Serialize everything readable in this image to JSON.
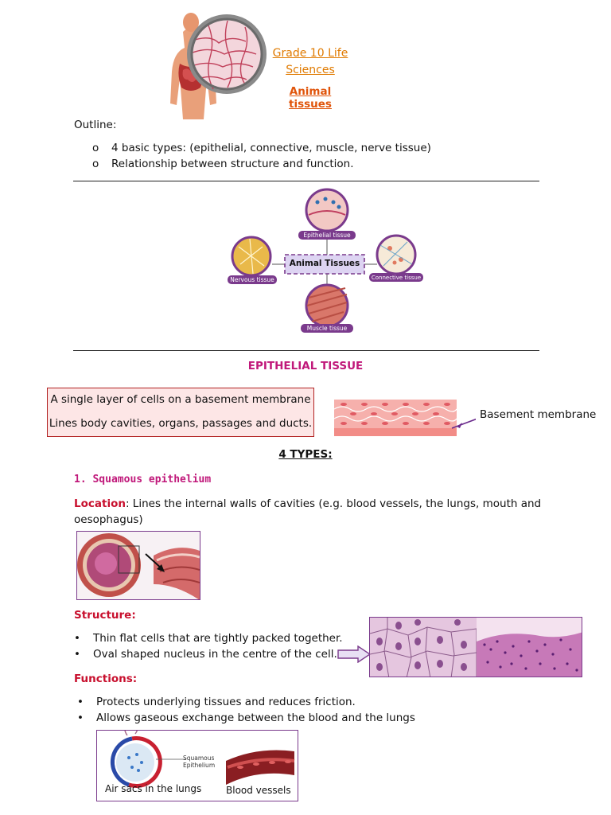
{
  "header": {
    "title_line1": "Grade 10 Life",
    "title_line2": "Sciences",
    "subtitle": "Animal tissues"
  },
  "outline": {
    "label": "Outline:",
    "items": [
      "4 basic types: (epithelial, connective, muscle, nerve tissue)",
      "Relationship between structure and function."
    ]
  },
  "diagram": {
    "center": "Animal Tissues",
    "top": "Epithelial tissue",
    "left": "Nervous tissue",
    "right": "Connective tissue",
    "bottom": "Muscle tissue"
  },
  "epithelial": {
    "heading": "EPITHELIAL TISSUE",
    "box_line1": "A single layer of cells on a basement membrane",
    "box_line2": "Lines body cavities, organs, passages and ducts.",
    "membrane_label": "Basement membrane",
    "types_heading": "4 TYPES:"
  },
  "squamous": {
    "title": "1. Squamous epithelium",
    "location_label": "Location",
    "location_text": ": Lines the internal walls of cavities (e.g. blood vessels, the lungs, mouth and",
    "location_text2": "oesophagus)",
    "structure_label": "Structure:",
    "structure_items": [
      "Thin flat cells that are tightly packed together.",
      "Oval shaped nucleus in the centre of the cell."
    ],
    "functions_label": "Functions:",
    "function_items": [
      "Protects underlying tissues and reduces friction.",
      "Allows gaseous exchange between the blood and the lungs"
    ],
    "fig_squamous_label1": "Squamous",
    "fig_squamous_label2": "Epithelium",
    "fig_air_sacs": "Air sacs in the lungs",
    "fig_blood_vessels": "Blood vessels"
  },
  "colors": {
    "accent_orange": "#e07a00",
    "heading_pink": "#c0187a",
    "label_red": "#c8102e",
    "diagram_purple": "#7a3a8c",
    "box_fill": "#fde6e6",
    "box_border": "#b22222"
  }
}
